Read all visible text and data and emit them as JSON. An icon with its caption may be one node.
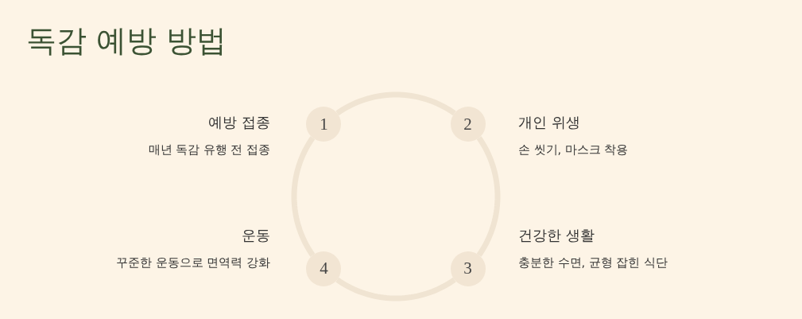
{
  "diagram": {
    "title": "독감 예방 방법",
    "nodes": [
      {
        "text": [
          "1"
        ],
        "beside": [
          "예방 접종",
          "매년 독감 유행 전 접종"
        ]
      },
      {
        "text": [
          "2"
        ],
        "beside": [
          "개인 위생",
          "손 씻기, 마스크 착용"
        ]
      },
      {
        "text": [
          "3"
        ],
        "beside": [
          "건강한 생활",
          "충분한 수면, 균형 잡힌 식단"
        ]
      },
      {
        "text": [
          "4"
        ],
        "beside": [
          "운동",
          "꾸준한 운동으로 면역력 강화"
        ]
      }
    ],
    "edges": [
      {
        "from": 0,
        "to": 1,
        "arrow": "none"
      },
      {
        "from": 1,
        "to": 2,
        "arrow": "none"
      },
      {
        "from": 2,
        "to": 3,
        "arrow": "none"
      },
      {
        "from": 3,
        "to": 0,
        "arrow": "none"
      }
    ]
  }
}
